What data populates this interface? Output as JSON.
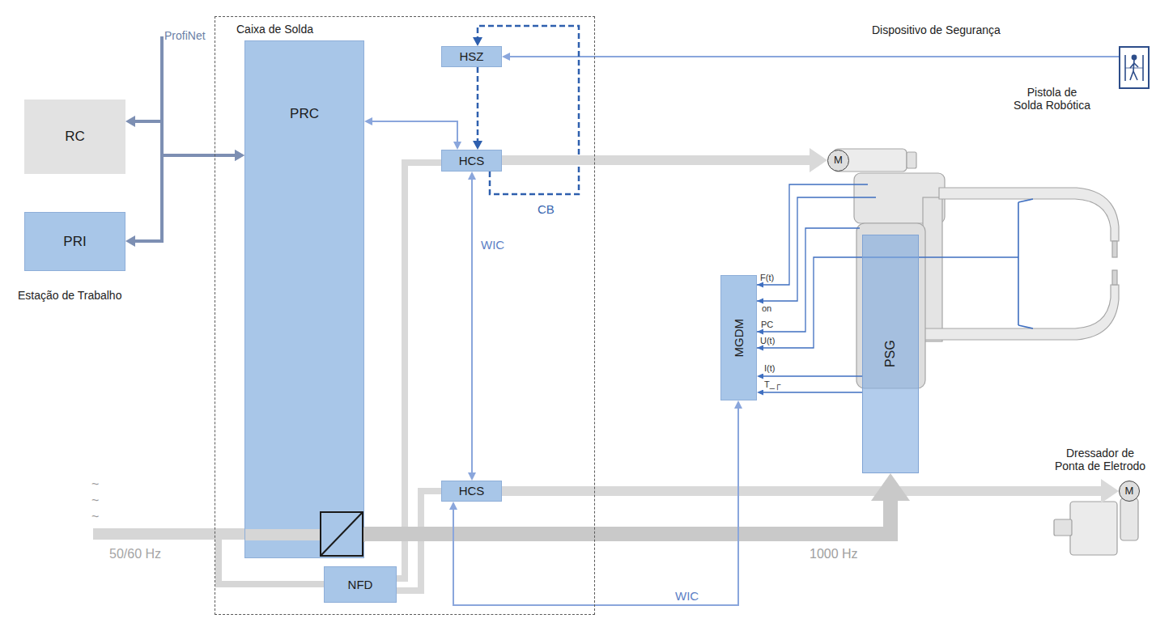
{
  "diagram": {
    "nodes": [
      {
        "text": [
          "RC"
        ]
      },
      {
        "text": [
          "PRI"
        ]
      },
      {
        "text": [
          "Caixa de Solda"
        ]
      },
      {
        "text": [
          "PRC"
        ],
        "in": 2
      },
      {
        "text": [
          "HSZ"
        ],
        "in": 2
      },
      {
        "text": [
          "HCS"
        ],
        "in": 2
      },
      {
        "text": [
          "HCS"
        ],
        "in": 2
      },
      {
        "text": [
          "NFD"
        ],
        "in": 2
      },
      {
        "text": [
          "Dispositivo de Segurança"
        ]
      },
      {
        "text": [
          "M"
        ]
      },
      {
        "text": [
          "MGDM"
        ]
      },
      {
        "text": [
          "PSG"
        ]
      },
      {
        "text": [
          "M"
        ]
      }
    ],
    "edges": [
      {
        "from": 3,
        "to": 0,
        "arrow": "both"
      },
      {
        "from": 3,
        "to": 1,
        "arrow": "both"
      },
      {
        "from": 3,
        "to": 5,
        "arrow": "both"
      },
      {
        "from": 8,
        "to": 4,
        "arrow": "to"
      },
      {
        "from": 4,
        "to": 5,
        "arrow": "to"
      },
      {
        "from": 5,
        "to": 4,
        "arrow": "to"
      },
      {
        "from": 5,
        "to": 9,
        "arrow": "to"
      },
      {
        "from": 5,
        "to": 6,
        "label": "WIC",
        "arrow": "both"
      },
      {
        "from": 6,
        "to": 12,
        "arrow": "to"
      },
      {
        "from": 7,
        "to": 5,
        "arrow": "none"
      },
      {
        "from": 7,
        "to": 6,
        "arrow": "none"
      },
      {
        "from": 3,
        "to": 11,
        "arrow": "to"
      },
      {
        "from": 6,
        "to": 10,
        "label": "WIC",
        "arrow": "both"
      },
      {
        "from": 11,
        "to": 10,
        "label": "I(t)",
        "arrow": "to"
      },
      {
        "from": 11,
        "to": 10,
        "label": "T_┌",
        "arrow": "to"
      }
    ],
    "labels": [
      "ProfiNet",
      "Estação de Trabalho",
      "CB",
      "~",
      "~",
      "~",
      "50/60 Hz",
      "1000 Hz",
      "Pistola de Solda Robótica",
      "F(t)",
      "on",
      "PC",
      "U(t)",
      "Dressador de Ponta de Eletrodo"
    ]
  }
}
